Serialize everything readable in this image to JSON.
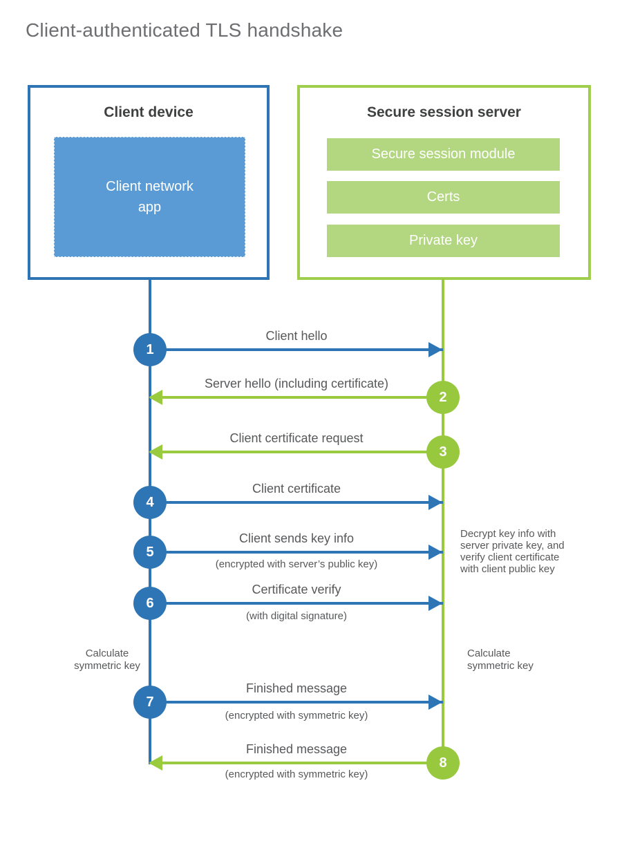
{
  "title": "Client-authenticated TLS handshake",
  "colors": {
    "blue": "#2e75b6",
    "light_blue": "#5b9bd5",
    "green": "#9aca3e",
    "light_green": "#b3d681",
    "text": "#57585a"
  },
  "client_box": {
    "title": "Client device",
    "app_label": "Client network\napp"
  },
  "server_box": {
    "title": "Secure session server",
    "modules": [
      "Secure session module",
      "Certs",
      "Private key"
    ]
  },
  "steps": [
    {
      "num": "1",
      "from": "client",
      "direction": "right",
      "label": "Client hello",
      "sublabel": ""
    },
    {
      "num": "2",
      "from": "server",
      "direction": "left",
      "label": "Server hello (including certificate)",
      "sublabel": ""
    },
    {
      "num": "3",
      "from": "server",
      "direction": "left",
      "label": "Client certificate request",
      "sublabel": ""
    },
    {
      "num": "4",
      "from": "client",
      "direction": "right",
      "label": "Client certificate",
      "sublabel": ""
    },
    {
      "num": "5",
      "from": "client",
      "direction": "right",
      "label": "Client sends key info",
      "sublabel": "(encrypted with server’s public key)"
    },
    {
      "num": "6",
      "from": "client",
      "direction": "right",
      "label": "Certificate verify",
      "sublabel": "(with digital signature)"
    },
    {
      "num": "7",
      "from": "client",
      "direction": "right",
      "label": "Finished message",
      "sublabel": "(encrypted with symmetric key)"
    },
    {
      "num": "8",
      "from": "server",
      "direction": "left",
      "label": "Finished message",
      "sublabel": "(encrypted with symmetric key)"
    }
  ],
  "annotations": {
    "decrypt_note": "Decrypt key info with\nserver private key, and\nverify client certificate\nwith client public key",
    "calculate_left": "Calculate\nsymmetric key",
    "calculate_right": "Calculate\nsymmetric key"
  }
}
